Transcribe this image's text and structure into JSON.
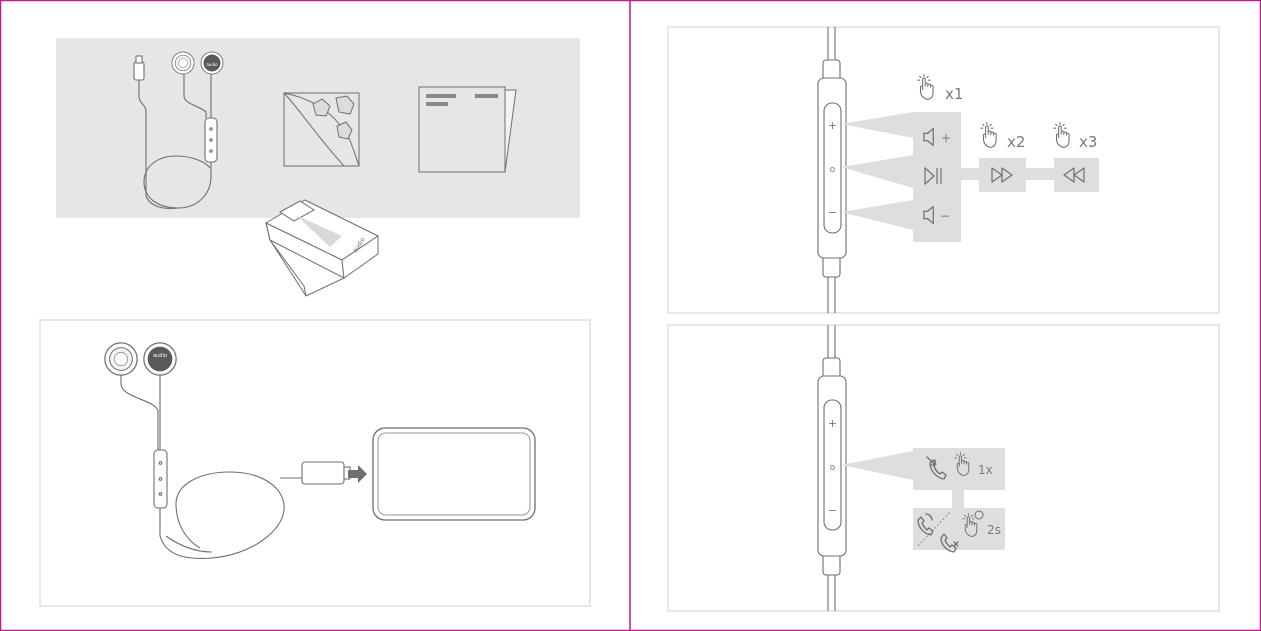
{
  "colors": {
    "border": "#c2188f",
    "panel_gray": "#e6e6e6",
    "line": "#6f6f6f",
    "light_line": "#cfcfcf",
    "callout": "#dedede"
  },
  "panels": {
    "package_contents": {
      "items": [
        "earphones-with-type-c-plug",
        "ear-tips-card",
        "manual",
        "box"
      ]
    },
    "connection": {
      "arrow_direction": "right"
    },
    "media_controls": {
      "remote_buttons": [
        "+",
        "o",
        "−"
      ],
      "press_once_label": "x1",
      "press_twice_label": "x2",
      "press_thrice_label": "x3",
      "vol_up_symbol": "+",
      "vol_down_symbol": "−"
    },
    "call_controls": {
      "answer_press_label": "1x",
      "hold_label": "2s"
    }
  },
  "brand": {
    "logo_text": "audio"
  }
}
